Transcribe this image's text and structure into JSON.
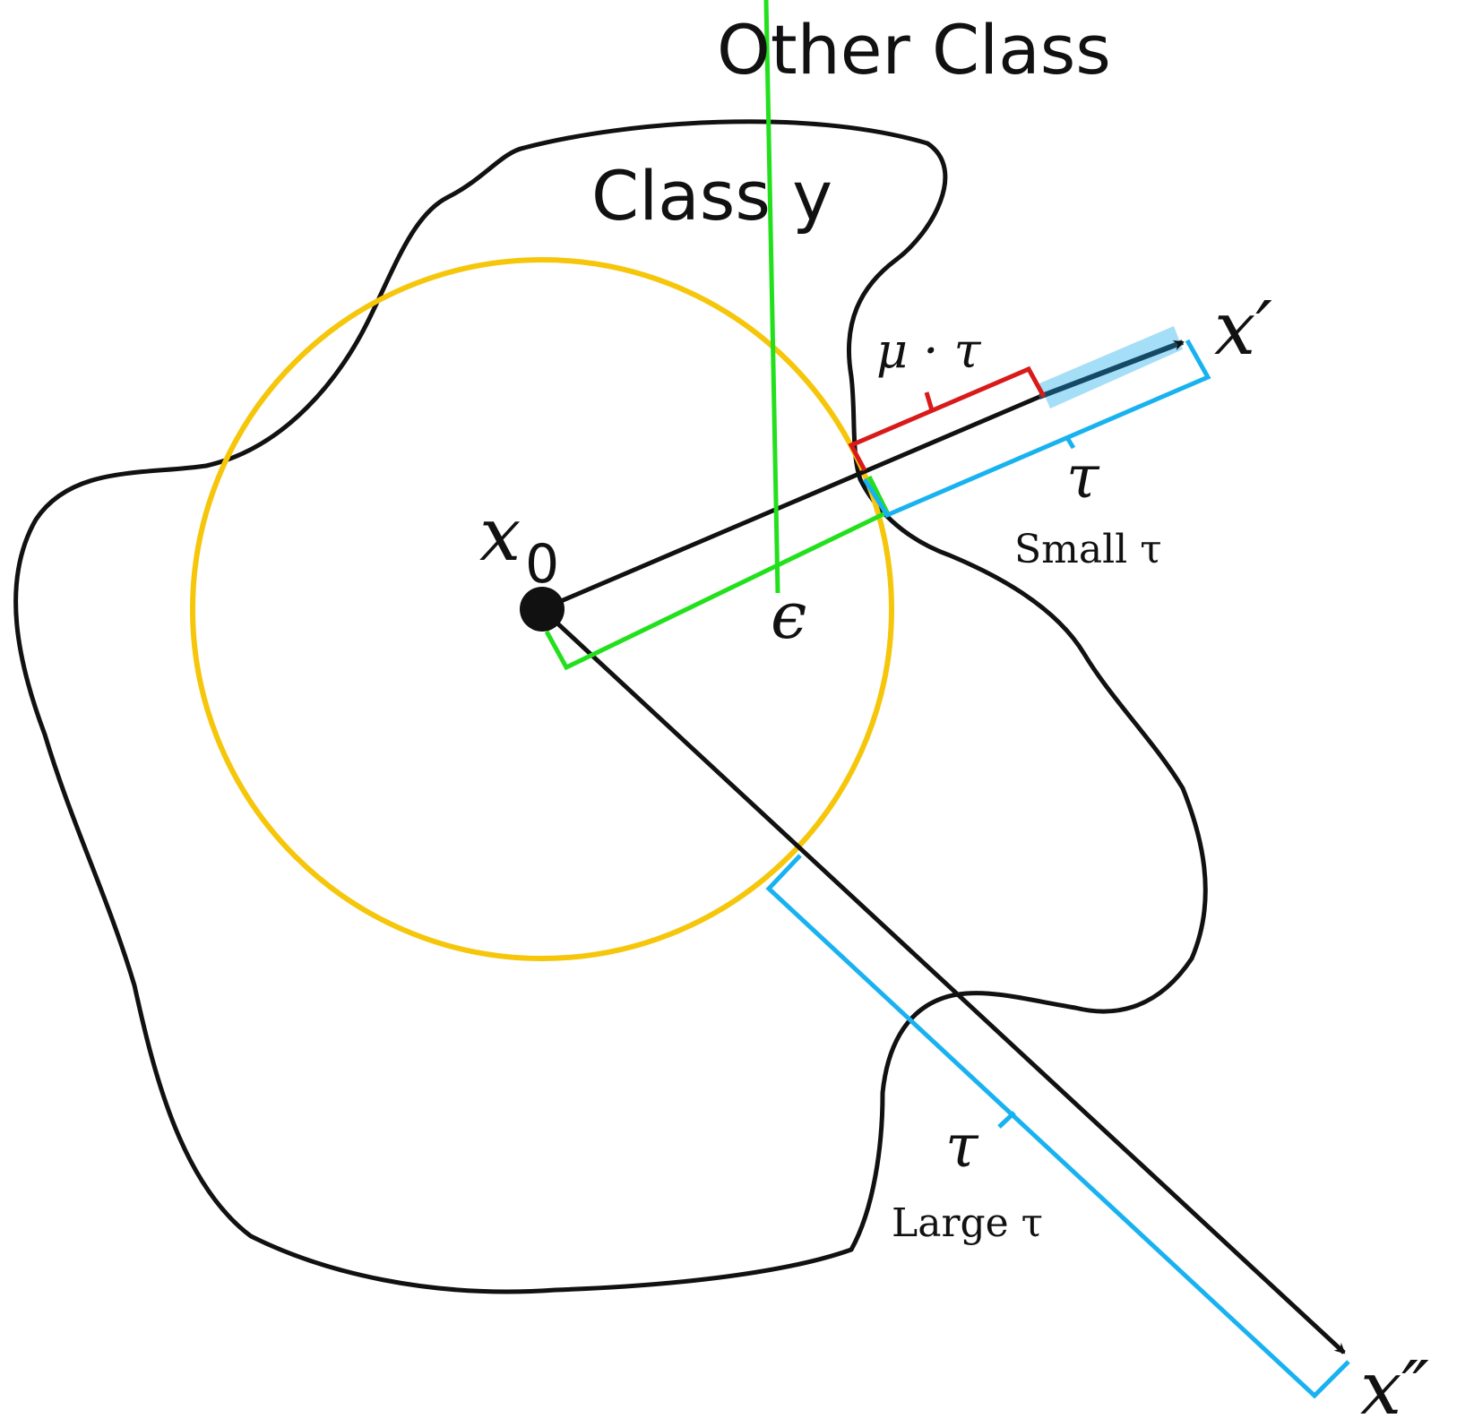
{
  "labels": {
    "other_class": "Other Class",
    "class_y": "Class y",
    "x0": "x",
    "x0_subscript": "0",
    "x_prime": "x′",
    "x_double_prime": "x″",
    "mu_tau": "μ · τ",
    "tau_small": "τ",
    "small_tau": "Small τ",
    "epsilon": "ϵ",
    "tau_large": "τ",
    "large_tau": "Large τ"
  },
  "colors": {
    "boundary": "#111111",
    "epsilon_circle": "#F5C60A",
    "epsilon_bracket": "#22E01C",
    "tau_bracket": "#19B2F0",
    "tau_highlight": "#8FD6F5",
    "mu_tau_bracket": "#D81A1A",
    "arrow": "#111111",
    "x_prime_arrow": "#144A66"
  }
}
